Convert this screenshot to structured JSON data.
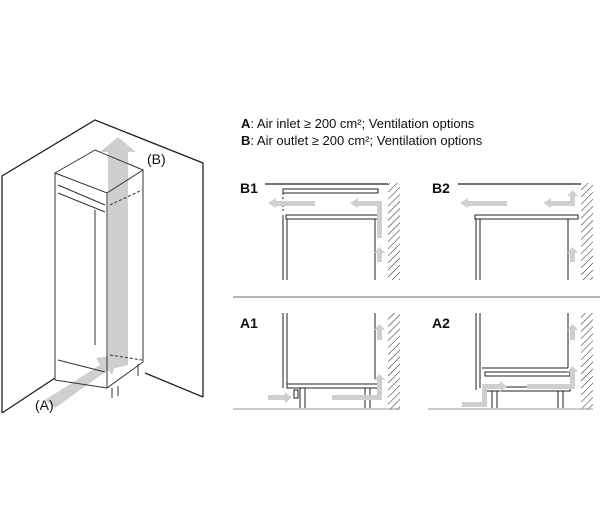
{
  "legend": {
    "a_key": "A",
    "a_text": ": Air inlet ≥ 200 cm²; Ventilation options",
    "b_key": "B",
    "b_text": ": Air outlet ≥ 200 cm²; Ventilation options"
  },
  "overview": {
    "label_a": "(A)",
    "label_b": "(B)"
  },
  "panels": {
    "b1": "B1",
    "b2": "B2",
    "a1": "A1",
    "a2": "A2"
  },
  "colors": {
    "arrow": "#c8c8c8",
    "line": "#222222"
  }
}
